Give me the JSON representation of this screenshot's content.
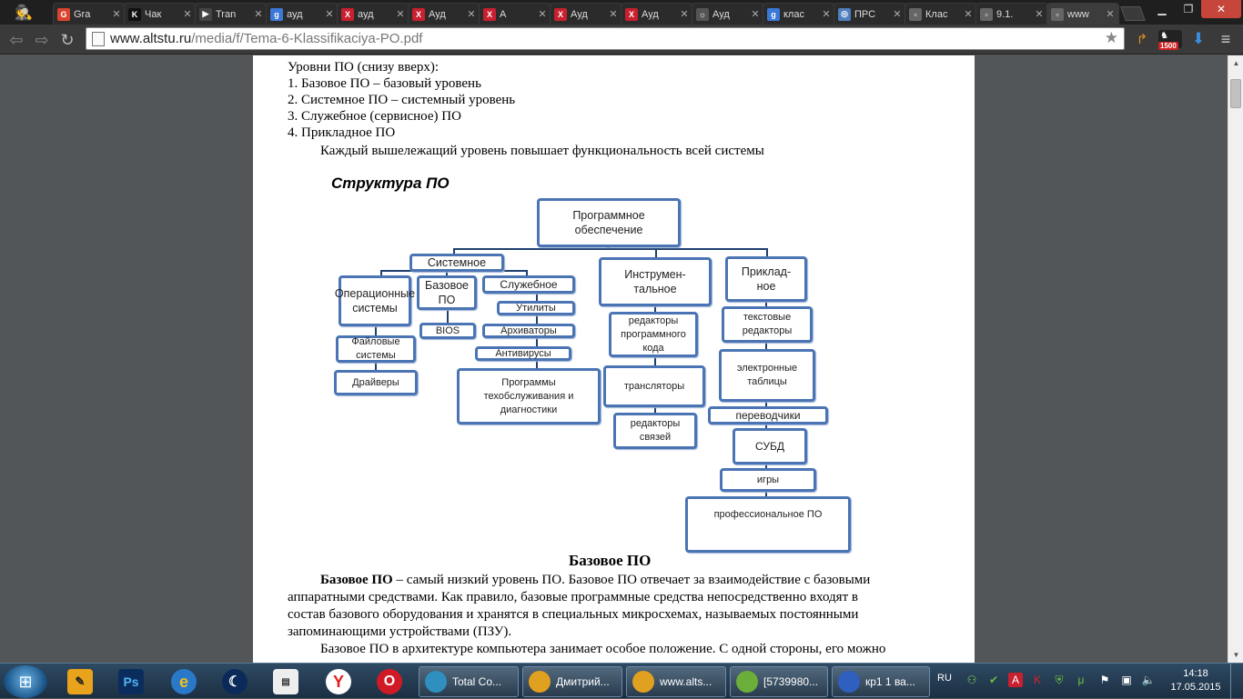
{
  "browser": {
    "tabs": [
      {
        "title": "Gra",
        "fav": "G",
        "color": "#d9432f"
      },
      {
        "title": "Чак",
        "fav": "K",
        "color": "#111111"
      },
      {
        "title": "Tran",
        "fav": "▶",
        "color": "#444444"
      },
      {
        "title": "ауд",
        "fav": "g",
        "color": "#3b78d8"
      },
      {
        "title": "ауд",
        "fav": "X",
        "color": "#c8202f"
      },
      {
        "title": "Ауд",
        "fav": "X",
        "color": "#c8202f"
      },
      {
        "title": "А",
        "fav": "X",
        "color": "#c8202f"
      },
      {
        "title": "Ауд",
        "fav": "X",
        "color": "#c8202f"
      },
      {
        "title": "Ауд",
        "fav": "X",
        "color": "#c8202f"
      },
      {
        "title": "Ауд",
        "fav": "☼",
        "color": "#555555"
      },
      {
        "title": "клас",
        "fav": "g",
        "color": "#3b78d8"
      },
      {
        "title": "ПРС",
        "fav": "◎",
        "color": "#4f7fbf"
      },
      {
        "title": "Клас",
        "fav": "▫",
        "color": "#666666"
      },
      {
        "title": "9.1.",
        "fav": "▫",
        "color": "#666666"
      },
      {
        "title": "www",
        "fav": "▫",
        "color": "#666666",
        "active": true
      }
    ],
    "url_host": "www.altstu.ru",
    "url_path": "/media/f/Tema-6-Klassifikaciya-PO.pdf",
    "extensions": [
      {
        "icon": "arrow-icon",
        "glyph": "↱",
        "color": "#e08a1e"
      },
      {
        "icon": "counter-icon",
        "glyph": "1500",
        "color": "#cc2222"
      },
      {
        "icon": "download-icon",
        "glyph": "⬇",
        "color": "#3b8de0"
      },
      {
        "icon": "menu-icon",
        "glyph": "≡",
        "color": "#cccccc"
      }
    ]
  },
  "pdf": {
    "lines": [
      "Уровни ПО (снизу вверх):",
      "1. Базовое ПО – базовый уровень",
      "2. Системное ПО – системный уровень",
      "3. Служебное (сервисное) ПО",
      "4. Прикладное ПО"
    ],
    "indent_line": "Каждый вышележащий уровень повышает функциональность всей системы",
    "diagram_title": "Структура ПО",
    "diagram": {
      "root": "Программное обеспечение",
      "system": "Системное",
      "os": "Операционные системы",
      "file_systems": "Файловые системы",
      "drivers": "Драйверы",
      "base": "Базовое ПО",
      "bios": "BIOS",
      "service": "Служебное",
      "utilities": "Утилиты",
      "archivers": "Архиваторы",
      "antivirus": "Антивирусы",
      "maintenance": "Программы техобслуживания и диагностики",
      "instrumental": "Инструмен-тальное",
      "code_editors": "редакторы программного кода",
      "translators": "трансляторы",
      "link_editors": "редакторы связей",
      "applied": "Приклад-ное",
      "text_editors": "текстовые редакторы",
      "spreadsheets": "электронные таблицы",
      "translators_apps": "переводчики",
      "dbms": "СУБД",
      "games": "игры",
      "pro": "профессиональное ПО"
    },
    "section_heading": "Базовое ПО",
    "para1_bold": "Базовое ПО",
    "para1_lines": [
      " – самый низкий уровень ПО. Базовое ПО отвечает за взаимодействие с базовыми",
      "аппаратными средствами. Как правило, базовые программные средства непосредственно входят в",
      "состав базового оборудования и хранятся в специальных микросхемах, называемых постоянными",
      "запоминающими устройствами (ПЗУ)."
    ],
    "para2": "Базовое ПО в архитектуре компьютера занимает особое  положение. С одной стороны, его можно"
  },
  "taskbar": {
    "tasks": [
      {
        "label": "Total Co...",
        "color": "#2f8fbf"
      },
      {
        "label": "Дмитрий...",
        "color": "#e0a020"
      },
      {
        "label": "www.alts...",
        "color": "#e0a020"
      },
      {
        "label": "[5739980...",
        "color": "#6cae3a"
      },
      {
        "label": "кр1 1 ва...",
        "color": "#2f5fbf"
      }
    ],
    "lang": "RU",
    "time": "14:18",
    "date": "17.05.2015"
  }
}
